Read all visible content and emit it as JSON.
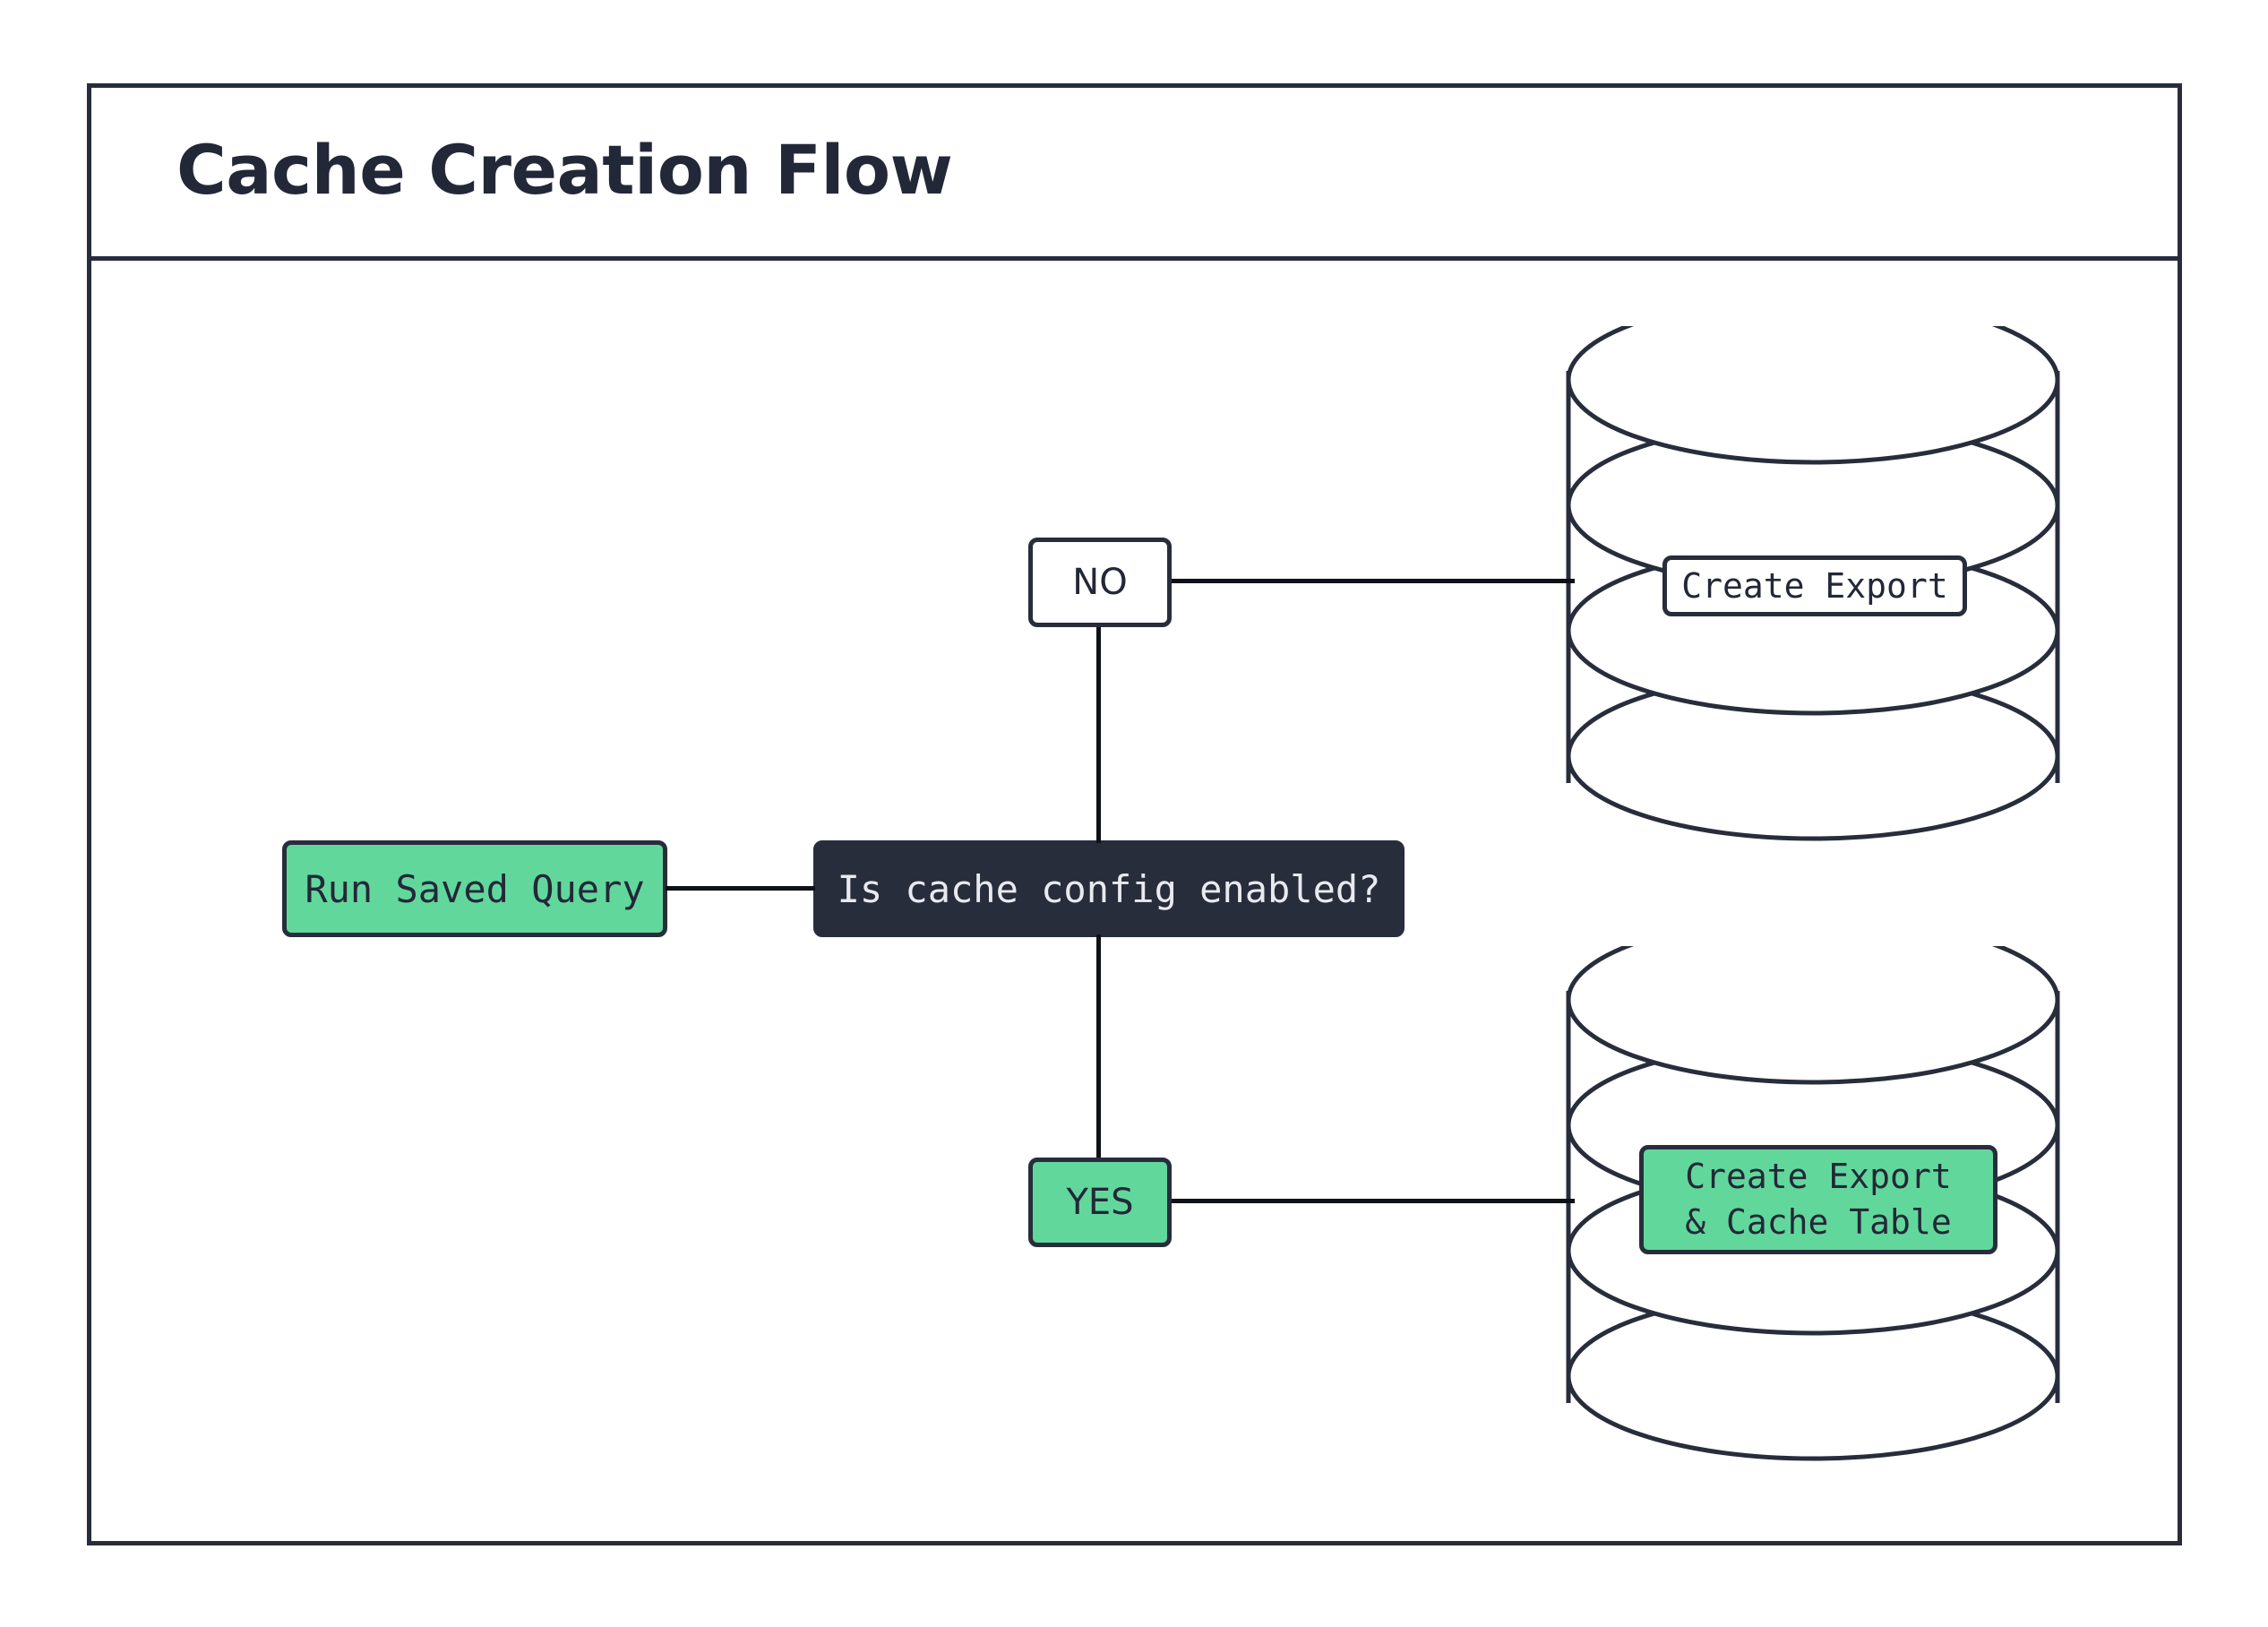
{
  "diagram": {
    "title": "Cache Creation Flow",
    "type": "flowchart",
    "colors": {
      "accent_green": "#62d79c",
      "dark_navy": "#282d3c",
      "stroke": "#0e1117",
      "background": "#ffffff",
      "dark_node_text": "#e9eaef"
    },
    "nodes": {
      "run_saved_query": {
        "label": "Run Saved Query",
        "shape": "rounded-rect",
        "fill": "green"
      },
      "decision": {
        "label": "Is cache config enabled?",
        "shape": "rounded-rect",
        "fill": "dark"
      },
      "branch_no": {
        "label": "NO",
        "shape": "rounded-rect",
        "fill": "white"
      },
      "branch_yes": {
        "label": "YES",
        "shape": "rounded-rect",
        "fill": "green"
      },
      "db_export": {
        "label": "Create Export",
        "shape": "cylinder",
        "fill": "white"
      },
      "db_cache": {
        "label_line_1": "Create Export",
        "label_line_2": "& Cache Table",
        "shape": "cylinder",
        "fill": "green"
      }
    },
    "edges": [
      {
        "from": "run_saved_query",
        "to": "decision",
        "label": ""
      },
      {
        "from": "decision",
        "to": "branch_no",
        "label": "NO"
      },
      {
        "from": "decision",
        "to": "branch_yes",
        "label": "YES"
      },
      {
        "from": "branch_no",
        "to": "db_export",
        "label": ""
      },
      {
        "from": "branch_yes",
        "to": "db_cache",
        "label": ""
      }
    ]
  }
}
